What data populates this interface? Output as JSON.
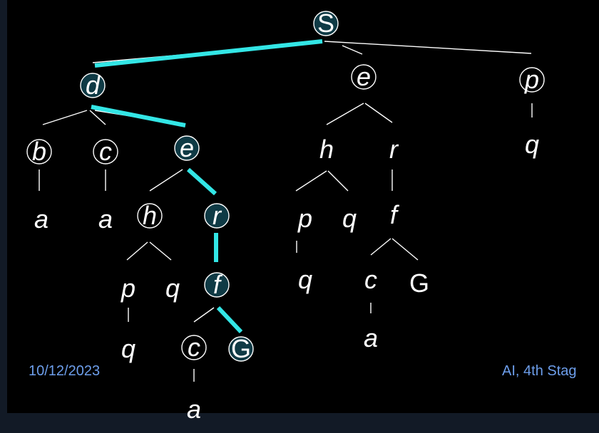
{
  "colors": {
    "background": "#121a26",
    "panel": "#000000",
    "solution_path": "#33e6e6",
    "edge": "#ffffff",
    "expanded_node_fill": "#0f3a45",
    "footer_text": "#6d9eeb"
  },
  "footer": {
    "date": "10/12/2023",
    "course": "AI, 4th Stag"
  },
  "tree": {
    "nodes": [
      {
        "id": "S",
        "label": "S",
        "italic": false,
        "circled": true,
        "filled": true
      },
      {
        "id": "d",
        "label": "d",
        "italic": true,
        "circled": true,
        "filled": true
      },
      {
        "id": "e",
        "label": "e",
        "italic": true,
        "circled": true,
        "filled": false
      },
      {
        "id": "p",
        "label": "p",
        "italic": true,
        "circled": true,
        "filled": false
      },
      {
        "id": "b",
        "label": "b",
        "italic": true,
        "circled": true,
        "filled": false
      },
      {
        "id": "c",
        "label": "c",
        "italic": true,
        "circled": true,
        "filled": false
      },
      {
        "id": "e2",
        "label": "e",
        "italic": true,
        "circled": true,
        "filled": true
      },
      {
        "id": "a1",
        "label": "a",
        "italic": true,
        "circled": false,
        "filled": false
      },
      {
        "id": "a2",
        "label": "a",
        "italic": true,
        "circled": false,
        "filled": false
      },
      {
        "id": "h",
        "label": "h",
        "italic": true,
        "circled": true,
        "filled": false
      },
      {
        "id": "r",
        "label": "r",
        "italic": true,
        "circled": true,
        "filled": true
      },
      {
        "id": "p2",
        "label": "p",
        "italic": true,
        "circled": false,
        "filled": false
      },
      {
        "id": "q2",
        "label": "q",
        "italic": true,
        "circled": false,
        "filled": false
      },
      {
        "id": "f",
        "label": "f",
        "italic": true,
        "circled": true,
        "filled": true
      },
      {
        "id": "q3",
        "label": "q",
        "italic": true,
        "circled": false,
        "filled": false
      },
      {
        "id": "c2",
        "label": "c",
        "italic": true,
        "circled": true,
        "filled": false
      },
      {
        "id": "G",
        "label": "G",
        "italic": false,
        "circled": true,
        "filled": true
      },
      {
        "id": "a3",
        "label": "a",
        "italic": true,
        "circled": false,
        "filled": false
      },
      {
        "id": "h2",
        "label": "h",
        "italic": true,
        "circled": false,
        "filled": false
      },
      {
        "id": "r2",
        "label": "r",
        "italic": true,
        "circled": false,
        "filled": false
      },
      {
        "id": "p3",
        "label": "p",
        "italic": true,
        "circled": false,
        "filled": false
      },
      {
        "id": "q4",
        "label": "q",
        "italic": true,
        "circled": false,
        "filled": false
      },
      {
        "id": "f2",
        "label": "f",
        "italic": true,
        "circled": false,
        "filled": false
      },
      {
        "id": "q5",
        "label": "q",
        "italic": true,
        "circled": false,
        "filled": false
      },
      {
        "id": "c3",
        "label": "c",
        "italic": true,
        "circled": false,
        "filled": false
      },
      {
        "id": "G2",
        "label": "G",
        "italic": false,
        "circled": false,
        "filled": false
      },
      {
        "id": "a4",
        "label": "a",
        "italic": true,
        "circled": false,
        "filled": false
      },
      {
        "id": "q6",
        "label": "q",
        "italic": true,
        "circled": false,
        "filled": false
      }
    ],
    "edges": [
      [
        "S",
        "d"
      ],
      [
        "S",
        "e"
      ],
      [
        "S",
        "p"
      ],
      [
        "d",
        "b"
      ],
      [
        "d",
        "c"
      ],
      [
        "d",
        "e2"
      ],
      [
        "b",
        "a1"
      ],
      [
        "c",
        "a2"
      ],
      [
        "e2",
        "h"
      ],
      [
        "e2",
        "r"
      ],
      [
        "h",
        "p2"
      ],
      [
        "h",
        "q2"
      ],
      [
        "p2",
        "q3"
      ],
      [
        "r",
        "f"
      ],
      [
        "f",
        "c2"
      ],
      [
        "f",
        "G"
      ],
      [
        "c2",
        "a3"
      ],
      [
        "e",
        "h2"
      ],
      [
        "e",
        "r2"
      ],
      [
        "h2",
        "p3"
      ],
      [
        "h2",
        "q4"
      ],
      [
        "p3",
        "q5"
      ],
      [
        "r2",
        "f2"
      ],
      [
        "f2",
        "c3"
      ],
      [
        "f2",
        "G2"
      ],
      [
        "c3",
        "a4"
      ],
      [
        "p",
        "q6"
      ]
    ],
    "solution_path": [
      "S",
      "d",
      "e2",
      "r",
      "f",
      "G"
    ]
  }
}
